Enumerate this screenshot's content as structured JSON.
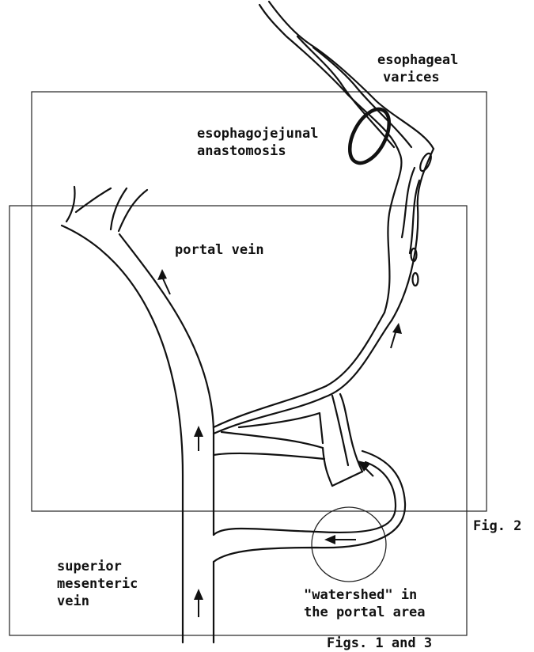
{
  "labels": {
    "varices_l1": "esophageal",
    "varices_l2": "varices",
    "anastomosis_l1": "esophagojejunal",
    "anastomosis_l2": "anastomosis",
    "portal_vein": "portal vein",
    "smv_l1": "superior",
    "smv_l2": "mesenteric",
    "smv_l3": "vein",
    "watershed_l1": "\"watershed\" in",
    "watershed_l2": "the portal area",
    "fig2": "Fig. 2",
    "figs13": "Figs. 1 and 3"
  }
}
